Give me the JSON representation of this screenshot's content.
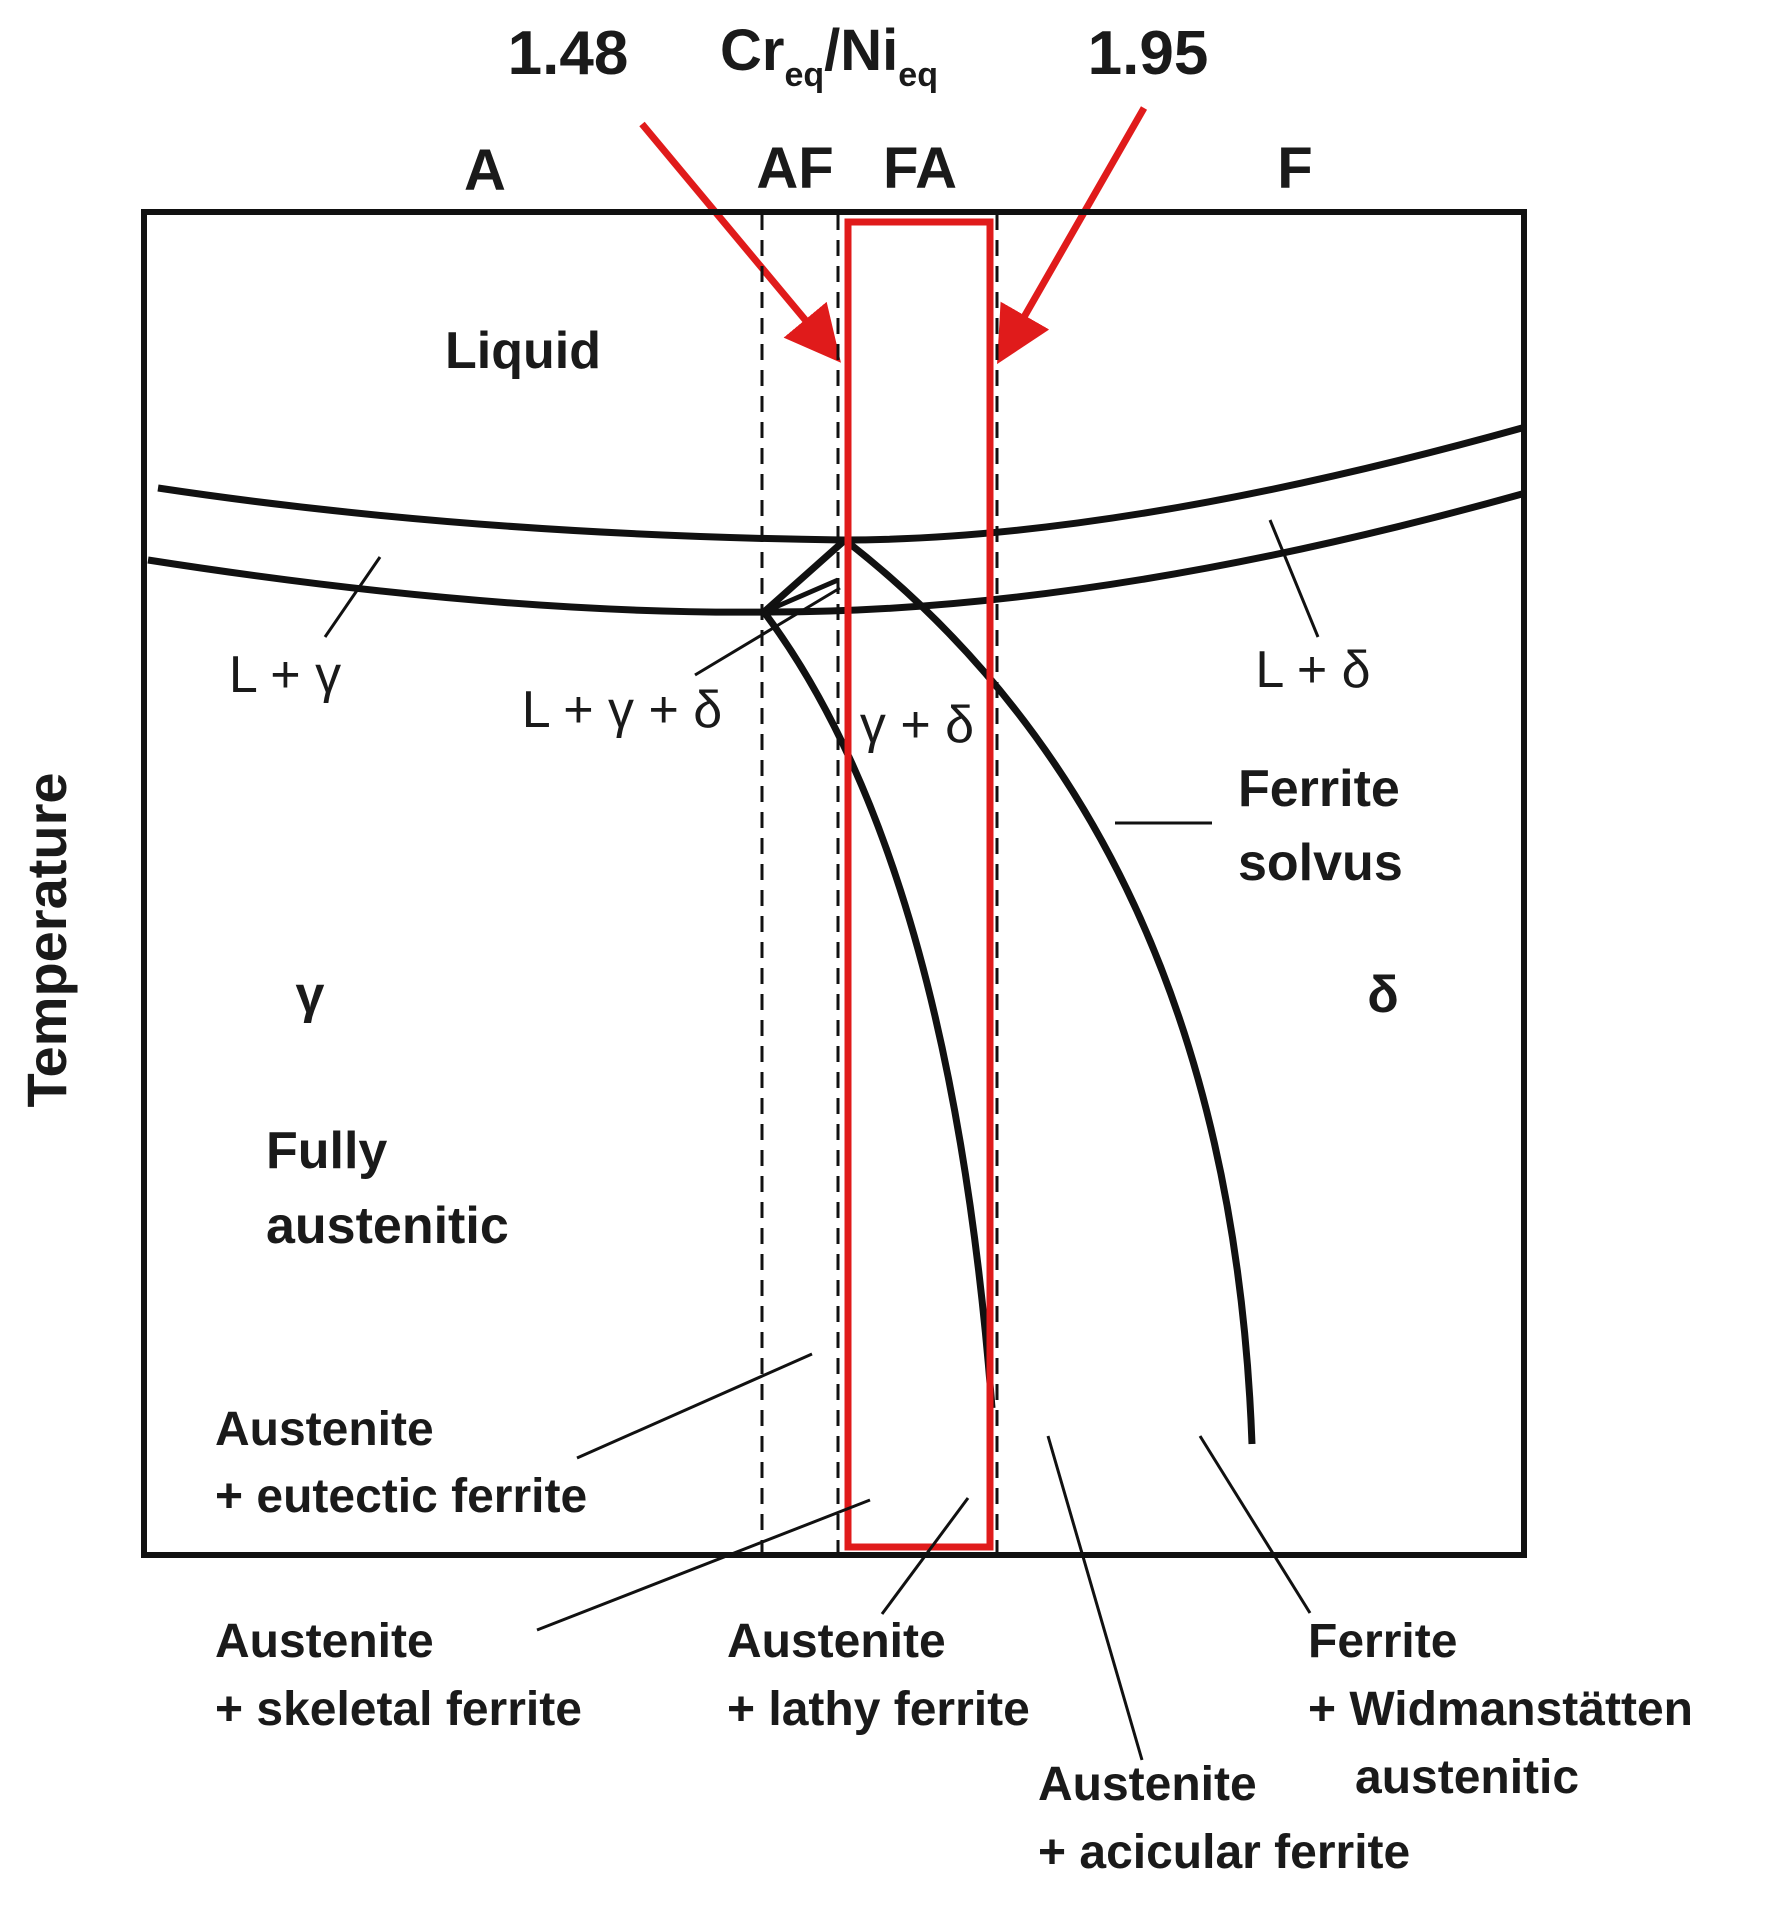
{
  "header": {
    "ratio_left": "1.48",
    "ratio_right": "1.95",
    "ratio_main": "Cr",
    "ratio_sub1": "eq",
    "ratio_slash": "/Ni",
    "ratio_sub2": "eq"
  },
  "modes": {
    "a": "A",
    "af": "AF",
    "fa": "FA",
    "f": "F"
  },
  "regions": {
    "liquid": "Liquid",
    "l_gamma": "L + γ",
    "l_gamma_delta": "L + γ + δ",
    "gamma_delta": "γ + δ",
    "l_delta": "L + δ",
    "ferrite_solvus_1": "Ferrite",
    "ferrite_solvus_2": "solvus",
    "gamma": "γ",
    "delta": "δ",
    "fully_austenitic_1": "Fully",
    "fully_austenitic_2": "austenitic"
  },
  "microstructures": {
    "eutectic_1": "Austenite",
    "eutectic_2": "+ eutectic ferrite",
    "skeletal_1": "Austenite",
    "skeletal_2": "+ skeletal ferrite",
    "lathy_1": "Austenite",
    "lathy_2": "+ lathy ferrite",
    "acicular_1": "Austenite",
    "acicular_2": "+ acicular ferrite",
    "widman_1": "Ferrite",
    "widman_2": "+ Widmanstätten",
    "widman_3": "austenitic"
  },
  "axis": {
    "y_label": "Temperature"
  },
  "colors": {
    "highlight": "#e01b1b",
    "line": "#111111"
  }
}
